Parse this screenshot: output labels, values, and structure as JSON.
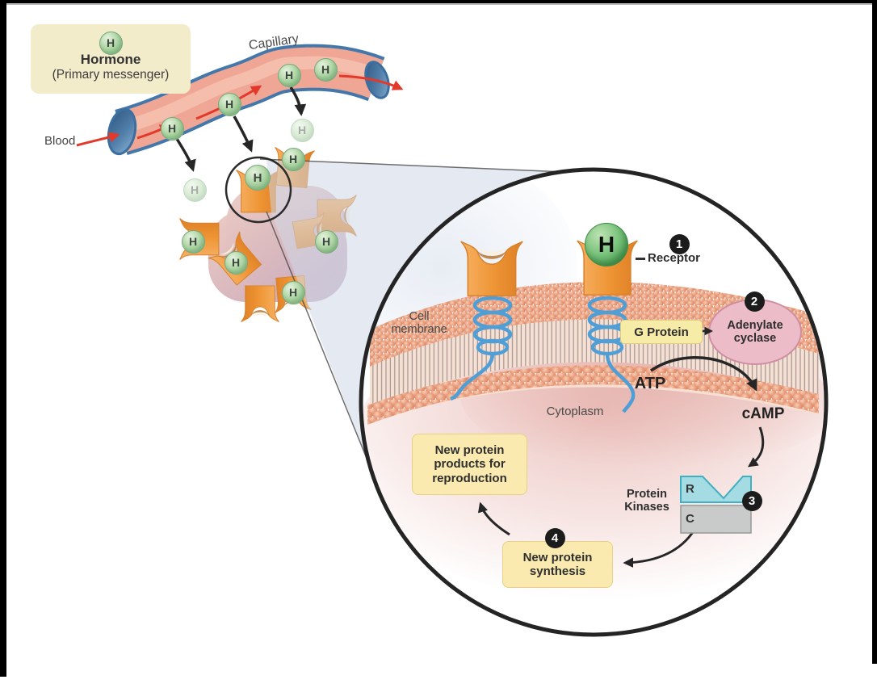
{
  "legend": {
    "symbol": "H",
    "title": "Hormone",
    "subtitle": "(Primary messenger)"
  },
  "labels": {
    "capillary": "Capillary",
    "blood": "Blood",
    "cell_membrane": "Cell membrane",
    "cytoplasm": "Cytoplasm",
    "receptor": "Receptor",
    "g_protein": "G Protein",
    "adenylate_cyclase": "Adenylate cyclase",
    "atp": "ATP",
    "camp": "cAMP",
    "protein_kinases": "Protein Kinases",
    "kinase_regulatory": "R",
    "kinase_catalytic": "C"
  },
  "steps": {
    "s1": "1",
    "s2": "2",
    "s3": "3",
    "s4": "4"
  },
  "process_boxes": {
    "new_protein_synthesis": "New protein synthesis",
    "new_protein_products": "New protein products for reproduction"
  },
  "colors": {
    "hormone_ball_green": "#a3cf9a",
    "hormone_box_beige": "#f2ecca",
    "capillary_wall_blue": "#4478ab",
    "capillary_lumen_salmon": "#f0a694",
    "flow_arrow_red": "#e3392b",
    "receptor_orange": "#ef9434",
    "membrane_bead_salmon": "#e89d7c",
    "g_protein_yellow": "#f7eba8",
    "adenylate_pink": "#ecbcc8",
    "kinase_r_cyan": "#a5dbe2",
    "kinase_c_gray": "#c8cbca",
    "process_box_yellow": "#faeab0",
    "step_badge_black": "#1c1c1c",
    "zoom_wedge_blue": "#cfd9e7"
  }
}
